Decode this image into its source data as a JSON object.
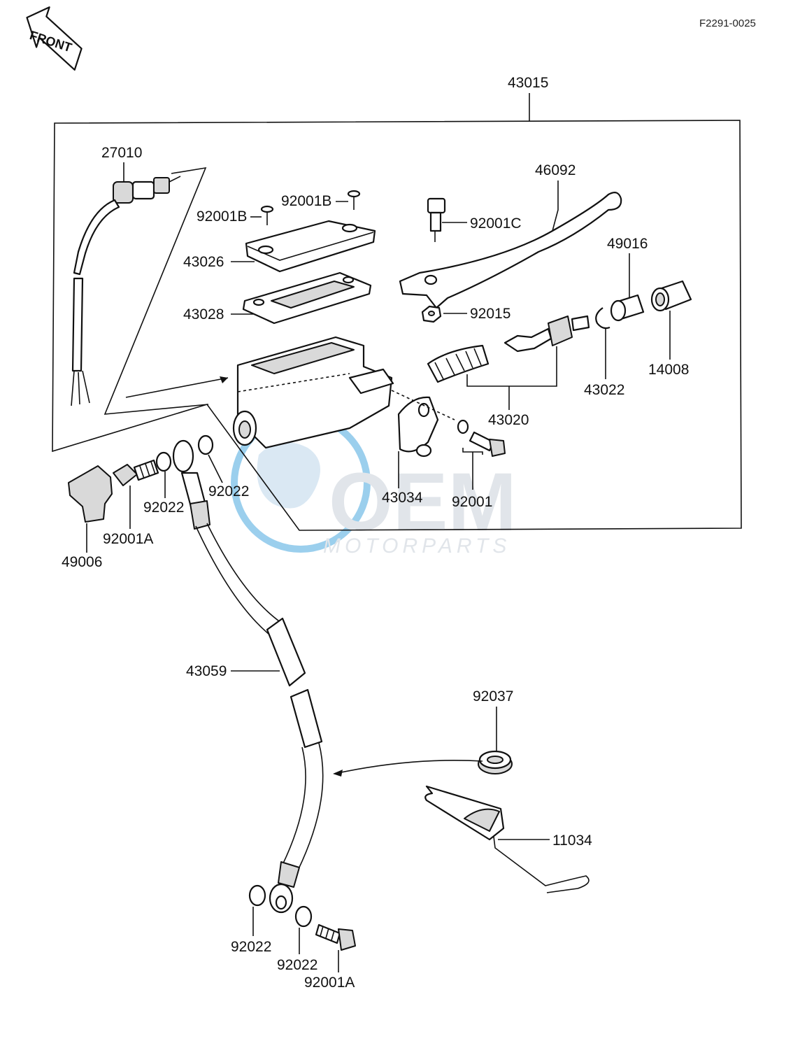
{
  "diagram": {
    "code": "F2291-0025",
    "front_label": "FRONT",
    "assembly_label": "43015",
    "parts": {
      "p27010": "27010",
      "p92001b_left": "92001B",
      "p92001b_right": "92001B",
      "p43026": "43026",
      "p43028": "43028",
      "p46092": "46092",
      "p92001c": "92001C",
      "p49016": "49016",
      "p92015": "92015",
      "p14008": "14008",
      "p43022": "43022",
      "p43020": "43020",
      "p43034": "43034",
      "p92001": "92001",
      "p92022_a": "92022",
      "p92022_b": "92022",
      "p92001a_top": "92001A",
      "p49006": "49006",
      "p43059": "43059",
      "p92037": "92037",
      "p11034": "11034",
      "p92022_c": "92022",
      "p92022_d": "92022",
      "p92001a_bottom": "92001A"
    }
  },
  "watermark": {
    "brand": "OEM",
    "sub": "MOTORPARTS",
    "color": "#4aa8e0"
  }
}
